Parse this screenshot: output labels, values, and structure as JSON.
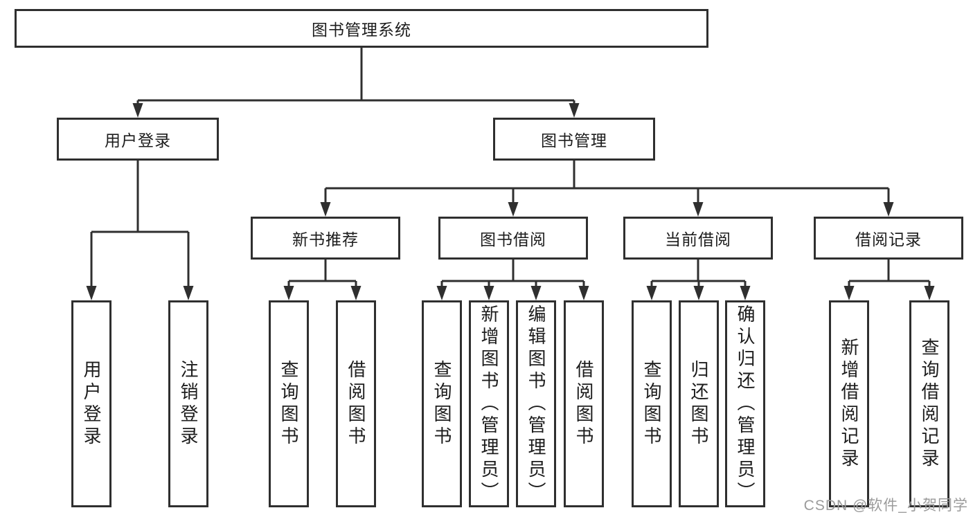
{
  "tree": {
    "root": {
      "label": "图书管理系统"
    },
    "branches": [
      {
        "label": "用户登录",
        "children": [
          {
            "label": "用户登录"
          },
          {
            "label": "注销登录"
          }
        ]
      },
      {
        "label": "图书管理",
        "children": [
          {
            "label": "新书推荐",
            "children": [
              {
                "label": "查询图书"
              },
              {
                "label": "借阅图书"
              }
            ]
          },
          {
            "label": "图书借阅",
            "children": [
              {
                "label": "查询图书"
              },
              {
                "label": "新增图书（管理员）"
              },
              {
                "label": "编辑图书（管理员）"
              },
              {
                "label": "借阅图书"
              }
            ]
          },
          {
            "label": "当前借阅",
            "children": [
              {
                "label": "查询图书"
              },
              {
                "label": "归还图书"
              },
              {
                "label": "确认归还（管理员）"
              }
            ]
          },
          {
            "label": "借阅记录",
            "children": [
              {
                "label": "新增借阅记录"
              },
              {
                "label": "查询借阅记录"
              }
            ]
          }
        ]
      }
    ]
  },
  "watermark": {
    "text": "CSDN @软件_小贺同学"
  },
  "colors": {
    "line": "#2f2f2f",
    "text": "#1c1c1c",
    "background": "#ffffff",
    "watermark": "#9b9b9b"
  }
}
